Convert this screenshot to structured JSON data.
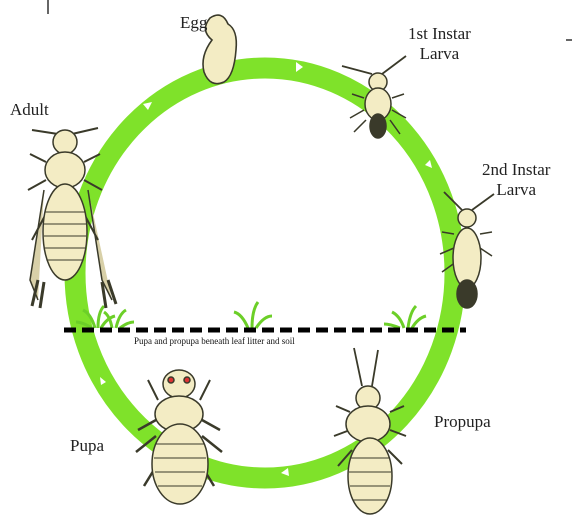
{
  "diagram": {
    "stages": {
      "egg": "Egg",
      "larva1": [
        "1st Instar",
        "Larva"
      ],
      "larva2": [
        "2nd Instar",
        "Larva"
      ],
      "propupa": "Propupa",
      "pupa": "Pupa",
      "adult": "Adult"
    },
    "soil_note": "Pupa and propupa beneath leaf litter and soil",
    "colors": {
      "cycle_ring": "#7fe22a",
      "insect_body": "#f3ecc4",
      "insect_outline": "#3a3a2a",
      "ground_line": "#000000"
    }
  }
}
